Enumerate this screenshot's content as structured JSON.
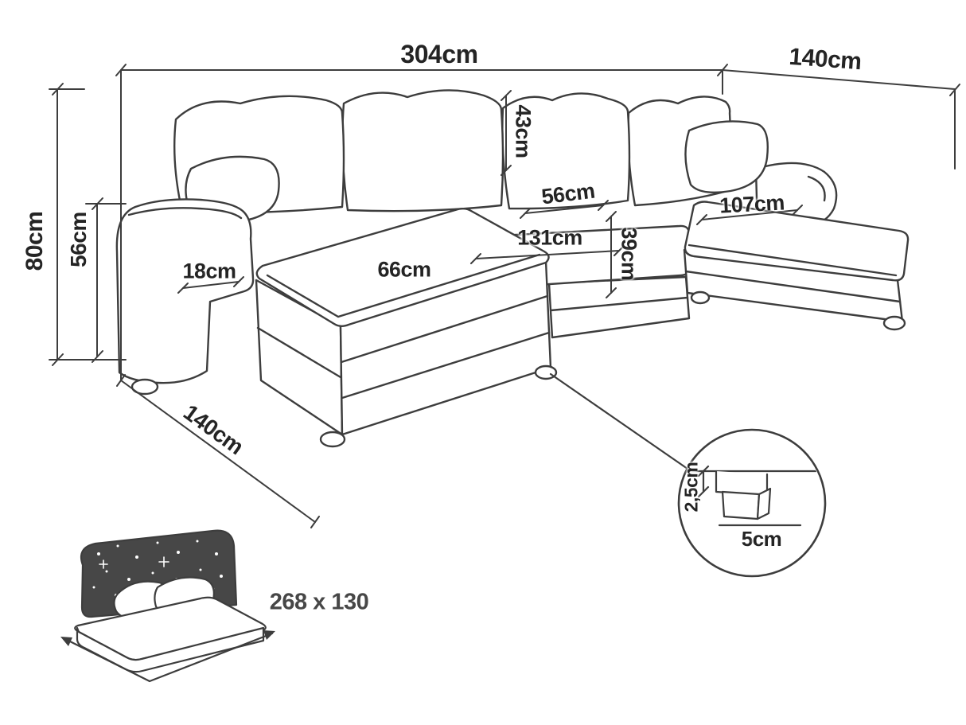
{
  "labels": {
    "total_width": {
      "value": "304",
      "unit": "cm"
    },
    "depth_right": {
      "value": "140",
      "unit": "cm"
    },
    "total_height": {
      "value": "80",
      "unit": "cm"
    },
    "seat_height": {
      "value": "56",
      "unit": "cm"
    },
    "armrest_width": {
      "value": "18",
      "unit": "cm"
    },
    "chaise_seat_width": {
      "value": "66",
      "unit": "cm"
    },
    "middle_seat_width": {
      "value": "131",
      "unit": "cm"
    },
    "back_cushion_height": {
      "value": "43",
      "unit": "cm"
    },
    "seat_depth": {
      "value": "56",
      "unit": "cm"
    },
    "seat_front_height": {
      "value": "39",
      "unit": "cm"
    },
    "right_seat_width": {
      "value": "107",
      "unit": "cm"
    },
    "depth_left": {
      "value": "140",
      "unit": "cm"
    },
    "leg_plinth_height": {
      "value": "2,5",
      "unit": "cm"
    },
    "leg_height": {
      "value": "5",
      "unit": "cm"
    },
    "sleeping_area": {
      "value": "268 x 130",
      "unit": ""
    }
  },
  "style": {
    "line_color": "#3d3d3d",
    "text_color": "#242424",
    "night_sky_fill": "#474747",
    "background": "#ffffff"
  }
}
